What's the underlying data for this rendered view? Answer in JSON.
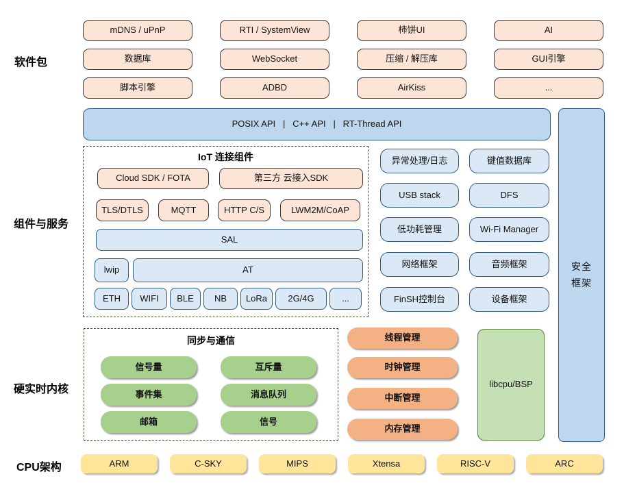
{
  "colors": {
    "peach_fill": "#fce5d6",
    "light_blue_fill": "#dbe8f5",
    "medium_blue_fill": "#bdd7ee",
    "blue_border": "#2f5b88",
    "green_fill": "#a8d08d",
    "libcpu_green_fill": "#c5e0b4",
    "libcpu_green_border": "#538135",
    "orange_fill": "#f4b183",
    "yellow_fill": "#ffe599",
    "dashed_border_green": "#3f5226"
  },
  "side_labels": {
    "packages": "软件包",
    "components": "组件与服务",
    "kernel": "硬实时内核",
    "cpu": "CPU架构"
  },
  "packages": {
    "rows": [
      [
        "mDNS / uPnP",
        "RTI / SystemView",
        "柿饼UI",
        "AI"
      ],
      [
        "数据库",
        "WebSocket",
        "压缩 / 解压库",
        "GUI引擎"
      ],
      [
        "脚本引擎",
        "ADBD",
        "AirKiss",
        "..."
      ]
    ]
  },
  "api_banner": {
    "label": "POSIX API   |   C++ API   |   RT-Thread API"
  },
  "security": {
    "label": "安全框架"
  },
  "iot": {
    "title": "IoT 连接组件",
    "cloud_sdk": "Cloud SDK / FOTA",
    "third_party": "第三方 云接入SDK",
    "protocols": [
      "TLS/DTLS",
      "MQTT",
      "HTTP C/S",
      "LWM2M/CoAP"
    ],
    "sal": "SAL",
    "lwip": "lwip",
    "at": "AT",
    "links": [
      "ETH",
      "WIFI",
      "BLE",
      "NB",
      "LoRa",
      "2G/4G",
      "..."
    ]
  },
  "services": {
    "rows": [
      [
        "异常处理/日志",
        "键值数据库"
      ],
      [
        "USB stack",
        "DFS"
      ],
      [
        "低功耗管理",
        "Wi-Fi Manager"
      ],
      [
        "网络框架",
        "音频框架"
      ],
      [
        "FinSH控制台",
        "设备框架"
      ]
    ]
  },
  "sync": {
    "title": "同步与通信",
    "rows": [
      [
        "信号量",
        "互斥量"
      ],
      [
        "事件集",
        "消息队列"
      ],
      [
        "邮箱",
        "信号"
      ]
    ]
  },
  "kernel_mgmt": [
    "线程管理",
    "时钟管理",
    "中断管理",
    "内存管理"
  ],
  "libcpu": {
    "label": "libcpu/BSP"
  },
  "cpu_arch": [
    "ARM",
    "C-SKY",
    "MIPS",
    "Xtensa",
    "RISC-V",
    "ARC"
  ]
}
